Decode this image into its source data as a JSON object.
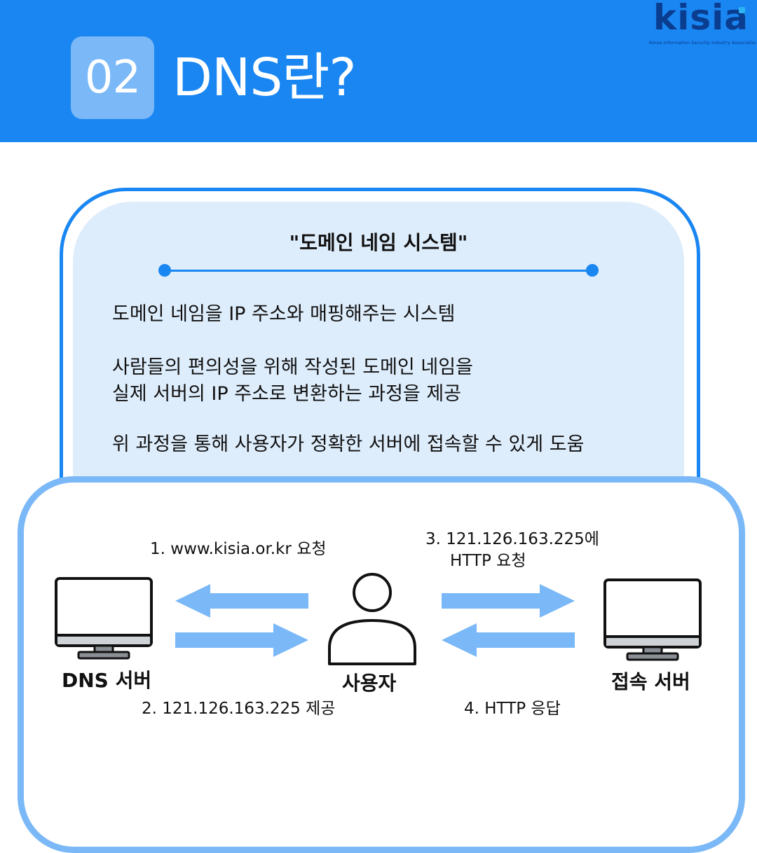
{
  "header": {
    "number": "02",
    "title": "DNS란?"
  },
  "logo": {
    "wordmark": "kisia",
    "subtitle": "Korea Information Security Industry Association"
  },
  "definition": {
    "heading": "\"도메인 네임 시스템\"",
    "paragraphs": [
      [
        "도메인 네임을 IP 주소와 매핑해주는 시스템"
      ],
      [
        "사람들의 편의성을 위해 작성된 도메인 네임을",
        "실제 서버의 IP 주소로 변환하는 과정을 제공"
      ],
      [
        "위 과정을 통해 사용자가 정확한 서버에 접속할 수 있게 도움"
      ]
    ]
  },
  "diagram": {
    "nodes": {
      "dns_server": "DNS 서버",
      "user": "사용자",
      "target_server": "접속 서버"
    },
    "steps": {
      "step1": "1. www.kisia.or.kr 요청",
      "step2": "2. 121.126.163.225 제공",
      "step3_line1": "3. 121.126.163.225에",
      "step3_line2": "HTTP 요청",
      "step4": "4. HTTP 응답"
    },
    "colors": {
      "accent": "#1a86f2",
      "arrow": "#7ab8f7",
      "panel": "#deedfc"
    }
  }
}
